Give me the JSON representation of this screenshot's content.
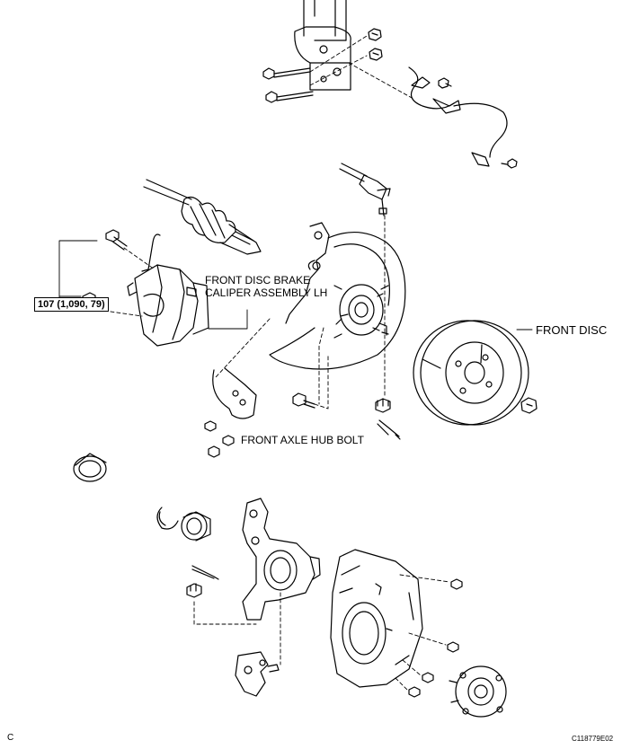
{
  "labels": {
    "caliper_line1": "FRONT DISC BRAKE",
    "caliper_line2": "CALIPER ASSEMBLY LH",
    "front_disc": "FRONT DISC",
    "hub_bolt": "FRONT AXLE HUB BOLT",
    "torque": "107 (1,090, 79)",
    "section_letter": "C",
    "figure_code": "C118779E02"
  },
  "colors": {
    "line": "#000000",
    "background": "#ffffff"
  }
}
